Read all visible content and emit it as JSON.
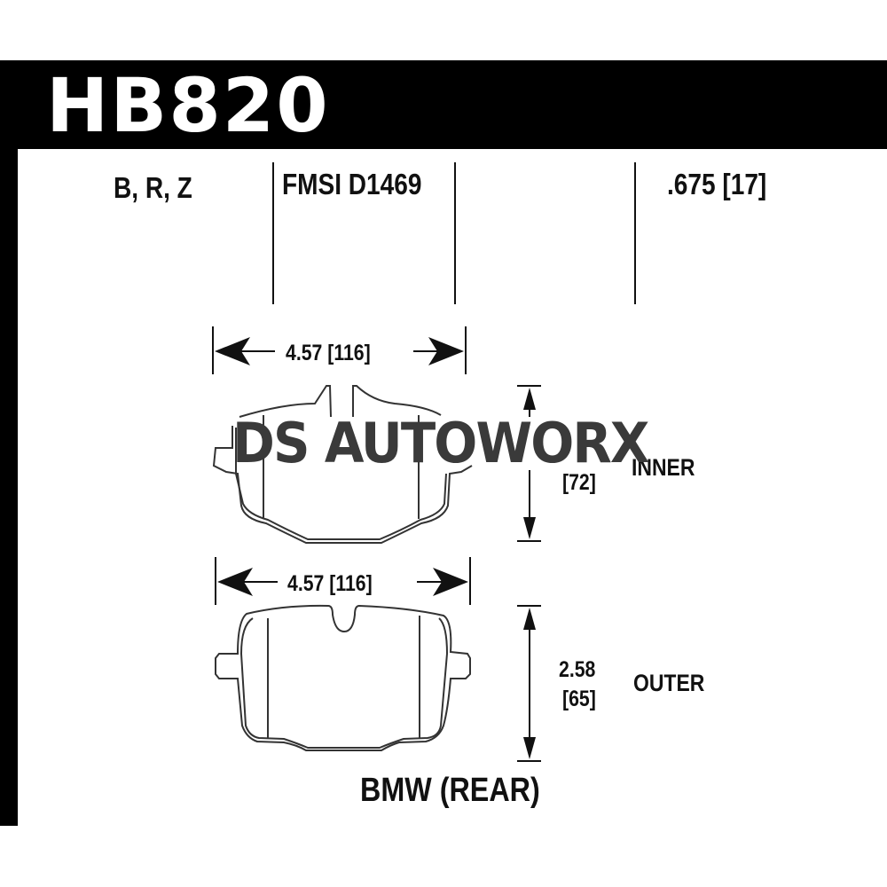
{
  "header": {
    "part_number": "HB820"
  },
  "specs": {
    "compounds": "B, R, Z",
    "fmsi": "FMSI D1469",
    "thickness": ".675 [17]"
  },
  "inner_pad": {
    "width_label": "4.57 [116]",
    "height_label_metric": "[72]",
    "position_label": "INNER"
  },
  "outer_pad": {
    "width_label": "4.57 [116]",
    "height_label_in": "2.58",
    "height_label_metric": "[65]",
    "position_label": "OUTER"
  },
  "vehicle": "BMW (REAR)",
  "watermark": "DS AUTOWORX",
  "colors": {
    "header_bg": "#000000",
    "header_text": "#ffffff",
    "line": "#111111",
    "watermark": "#3a3a3a"
  }
}
